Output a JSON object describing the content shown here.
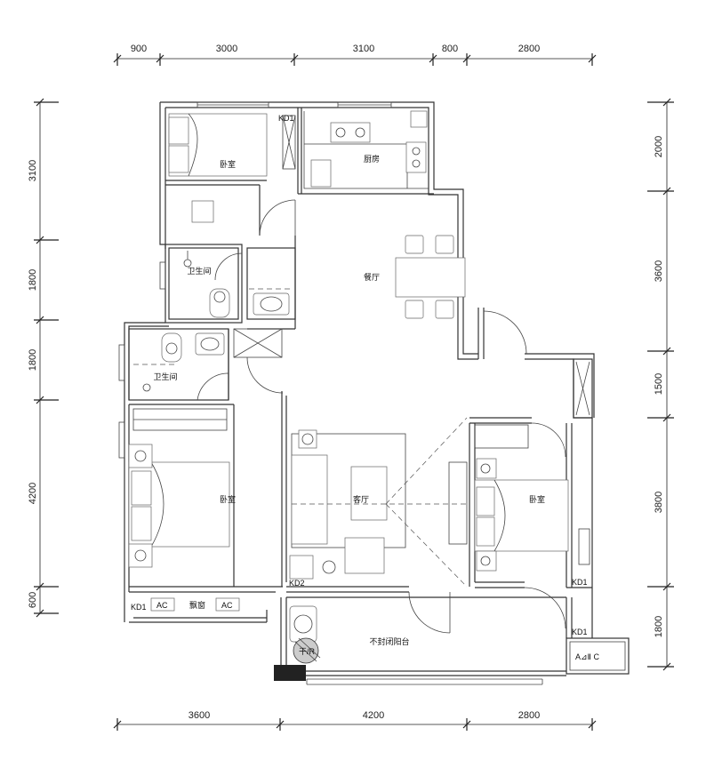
{
  "plan": {
    "dimensions": {
      "top": [
        "900",
        "3000",
        "3100",
        "800",
        "2800"
      ],
      "bottom": [
        "3600",
        "4200",
        "2800"
      ],
      "left": [
        "3100",
        "1800",
        "1800",
        "4200",
        "600"
      ],
      "right": [
        "2000",
        "3600",
        "1500",
        "3800",
        "1800"
      ]
    },
    "rooms": {
      "bedroom_north": "卧室",
      "kitchen": "厨房",
      "dining": "餐厅",
      "bathroom_1": "卫生间",
      "bathroom_2": "卫生间",
      "bedroom_west": "卧室",
      "living": "客厅",
      "bedroom_east": "卧室",
      "bay_window": "飘窗",
      "balcony": "不封闭阳台"
    },
    "tags": {
      "kd1_north": "KD1",
      "kd2": "KD2",
      "kd1_east": "KD1",
      "kd1_west": "KD1",
      "kd1_balcony": "KD1",
      "ac_1": "AC",
      "ac_2": "AC",
      "dryer": "干/R",
      "ac_box": "A⊿Ⅱ C"
    }
  }
}
